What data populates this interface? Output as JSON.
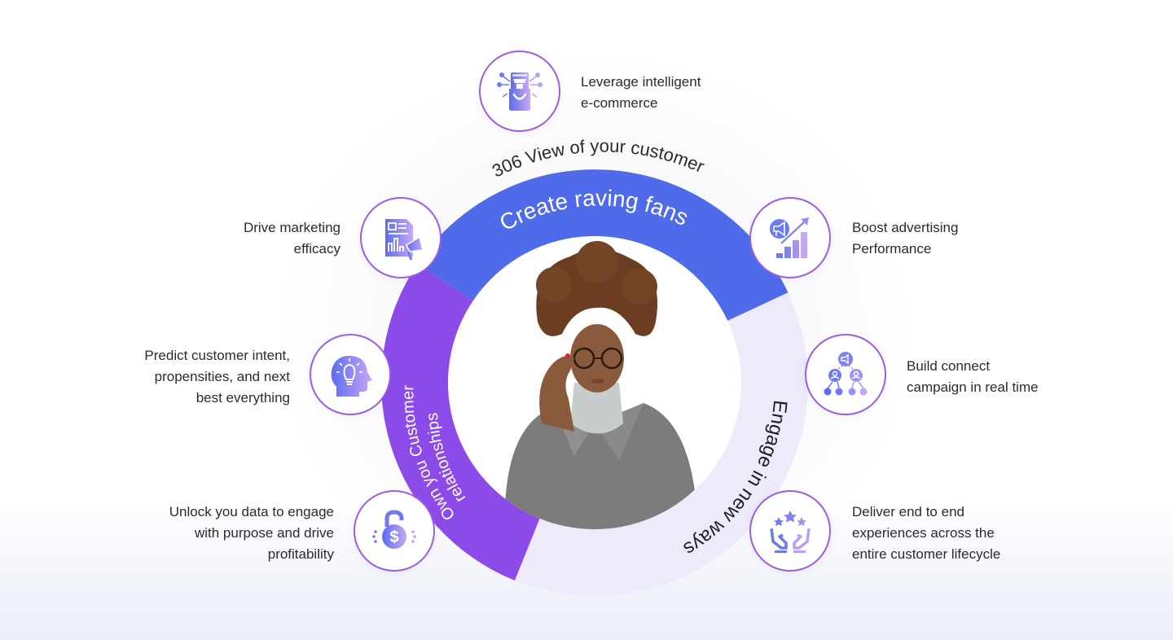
{
  "title_arc": "306 View of your customer",
  "segments": [
    {
      "id": "create",
      "label": "Create raving fans",
      "color": "#4f6bea",
      "text_color": "#ffffff"
    },
    {
      "id": "own",
      "label_line1": "Own you Customer",
      "label_line2": "relationships",
      "color": "#8c4be9",
      "text_color": "#ffffff"
    },
    {
      "id": "engage",
      "label": "Engage in new ways",
      "color": "#eceafb",
      "text_color": "#1f1f1f"
    }
  ],
  "center": {
    "image": "woman-with-glasses-portrait"
  },
  "features": [
    {
      "id": "ecommerce",
      "icon": "ecommerce-store-icon",
      "line1": "Leverage intelligent",
      "line2": "e-commerce",
      "text": "Leverage intelligent\ne-commerce"
    },
    {
      "id": "marketing",
      "icon": "marketing-report-icon",
      "text": "Drive marketing\nefficacy"
    },
    {
      "id": "advertising",
      "icon": "advertising-growth-icon",
      "text": "Boost advertising\nPerformance"
    },
    {
      "id": "predict",
      "icon": "head-lightbulb-icon",
      "text": "Predict customer intent,\npropensities, and next\nbest everything"
    },
    {
      "id": "campaign",
      "icon": "campaign-network-icon",
      "text": "Build connect\ncampaign in real time"
    },
    {
      "id": "unlock",
      "icon": "unlock-dollar-icon",
      "text": "Unlock you data to engage\nwith purpose and drive\nprofitability"
    },
    {
      "id": "deliver",
      "icon": "hands-stars-icon",
      "text": "Deliver end to end\nexperiences across the\nentire customer lifecycle"
    }
  ],
  "colors": {
    "node_border": "#9b5de5",
    "icon_gradient_start": "#5a6cf0",
    "icon_gradient_end": "#c9a8f5",
    "text": "#2b2b2b"
  }
}
